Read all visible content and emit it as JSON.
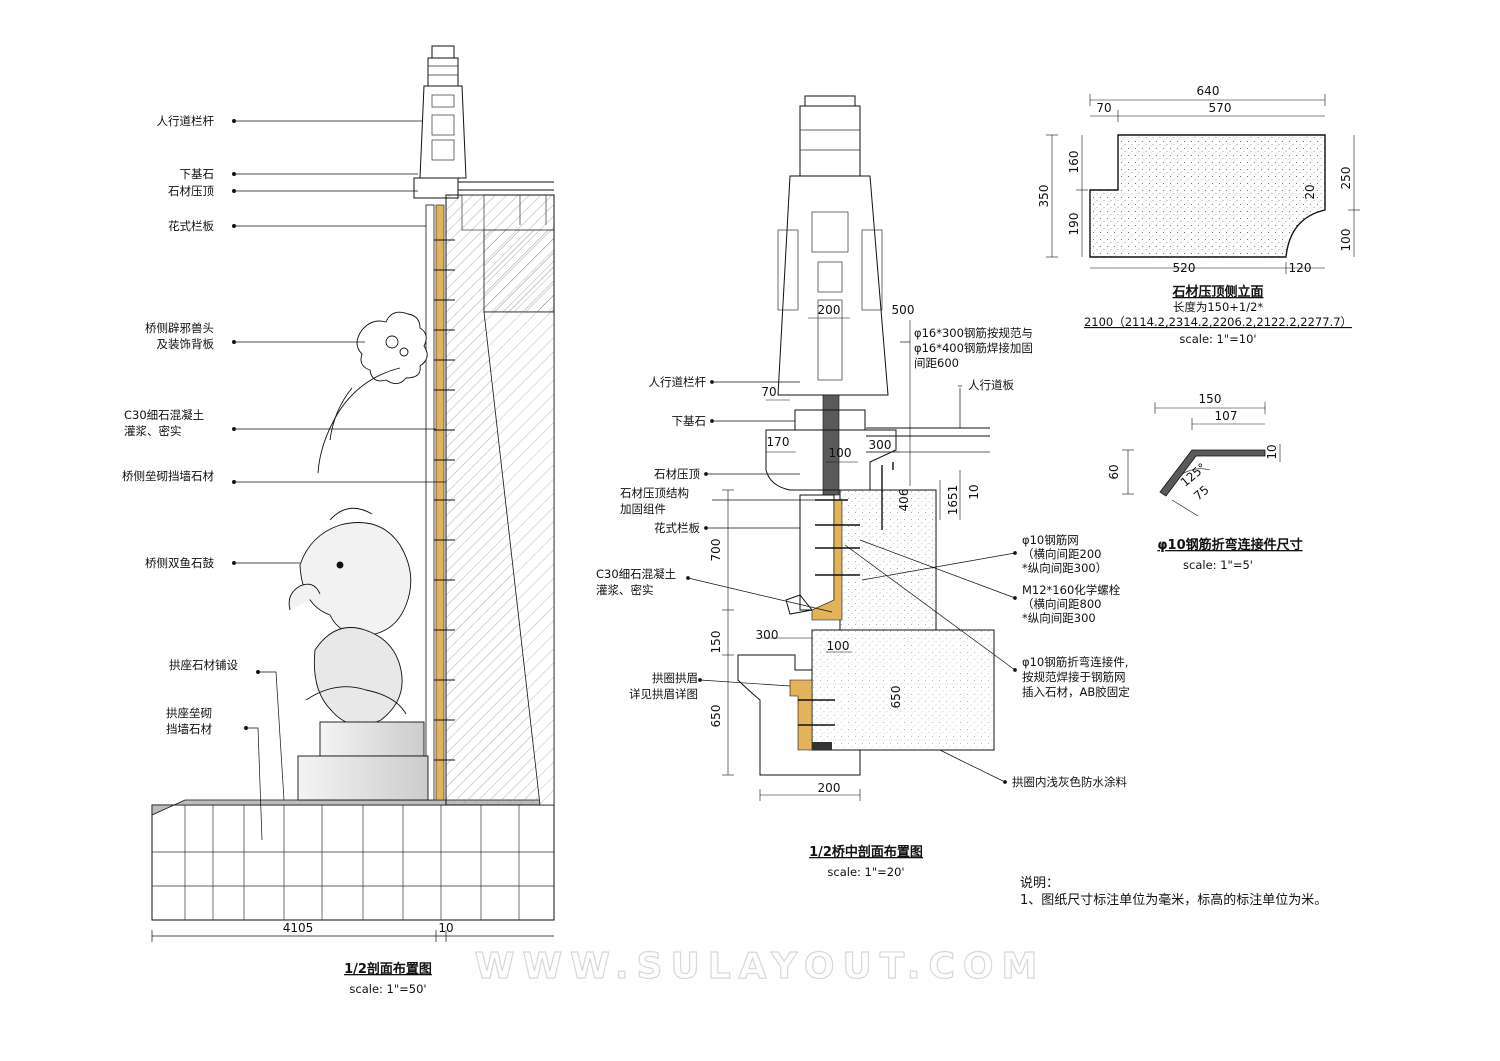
{
  "left_section": {
    "labels": [
      "人行道栏杆",
      "下基石",
      "石材压顶",
      "花式栏板",
      "桥侧辟邪兽头",
      "及装饰背板",
      "C30细石混凝土",
      "灌浆、密实",
      "桥侧垒砌挡墙石材",
      "桥侧双鱼石鼓",
      "拱座石材铺设",
      "拱座垒砌",
      "挡墙石材"
    ],
    "dims": [
      "4105",
      "10"
    ],
    "title": "1/2剖面布置图",
    "scale": "scale: 1\"=50'"
  },
  "middle_section": {
    "labels": [
      "人行道栏杆",
      "下基石",
      "石材压顶",
      "石材压顶结构",
      "加固组件",
      "花式栏板",
      "C30细石混凝土",
      "灌浆、密实",
      "拱圈拱眉",
      "详见拱眉详图",
      "人行道板",
      "φ16*300钢筋按规范与",
      "φ16*400钢筋焊接加固",
      "间距600",
      "φ10钢筋网",
      "（横向间距200",
      "*纵向间距300）",
      "M12*160化学螺栓",
      "（横向间距800",
      "*纵向间距300",
      "φ10钢筋折弯连接件,",
      "按规范焊接于钢筋网",
      "插入石材，AB胶固定",
      "拱圈内浅灰色防水涂料"
    ],
    "dims": [
      "200",
      "500",
      "70",
      "170",
      "100",
      "300",
      "406",
      "1651",
      "10",
      "700",
      "150",
      "300",
      "100",
      "650",
      "650",
      "200"
    ],
    "title": "1/2桥中剖面布置图",
    "scale": "scale: 1\"=20'"
  },
  "coping_detail": {
    "dims": [
      "640",
      "70",
      "570",
      "160",
      "350",
      "190",
      "250",
      "20",
      "100",
      "520",
      "120"
    ],
    "title": "石材压顶侧立面",
    "subtitle": "长度为150+1/2*",
    "lengths": "2100（2114.2,2314.2,2206.2,2122.2,2277.7）",
    "scale": "scale: 1\"=10'"
  },
  "bend_detail": {
    "dims": [
      "150",
      "107",
      "10",
      "60",
      "125°",
      "75"
    ],
    "title": "φ10钢筋折弯连接件尺寸",
    "scale": "scale: 1\"=5'"
  },
  "notes": {
    "heading": "说明：",
    "line1": "1、图纸尺寸标注单位为毫米，标高的标注单位为米。"
  },
  "watermark": "WWW.SULAYOUT.COM",
  "colors": {
    "mortar": "#e2b35a",
    "line": "#111111",
    "concrete": "#cfcfcf"
  }
}
